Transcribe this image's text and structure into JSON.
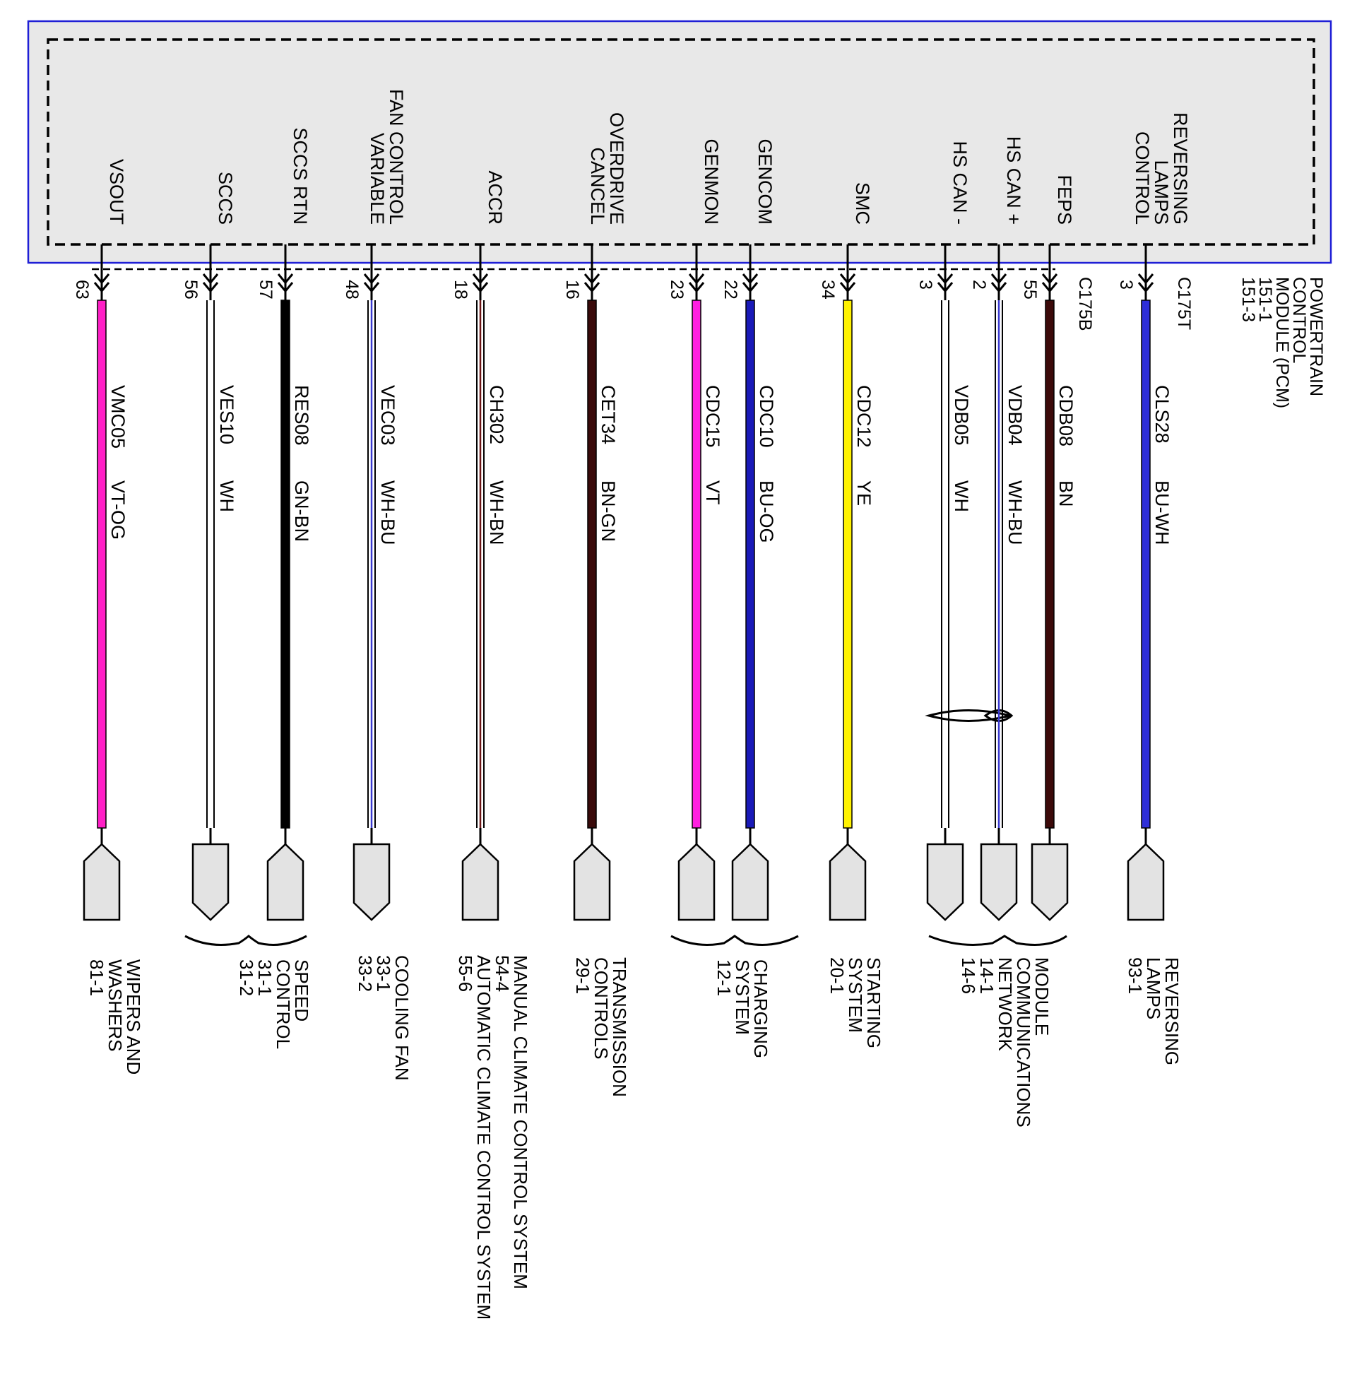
{
  "module": {
    "lines": [
      "POWERTRAIN",
      "CONTROL",
      "MODULE (PCM)",
      "151-1",
      "151-3"
    ]
  },
  "connectors": [
    {
      "id": "C175T",
      "label": "C175T"
    },
    {
      "id": "C175B",
      "label": "C175B"
    }
  ],
  "colors": {
    "VT-OG": "#ff1fc6",
    "WH": "#ffffff",
    "GN-BN": "#000000",
    "WH-BU": "#3a3acf",
    "WH-BN": "#6b1414",
    "BN-GN": "#3a0a0a",
    "VT": "#ff1fe0",
    "BU-OG": "#1a1ab8",
    "YE": "#fff200",
    "BN": "#3c0a0a",
    "BU-WH": "#2f2fd9"
  },
  "wires": [
    {
      "id": "vsout",
      "signal": [
        "VSOUT"
      ],
      "pin": "63",
      "circuit": "VMC05",
      "color": "VT-OG",
      "style": "solid",
      "terminal": "male"
    },
    {
      "id": "sccs",
      "signal": [
        "SCCS"
      ],
      "pin": "56",
      "circuit": "VES10",
      "color": "WH",
      "style": "double",
      "terminal": "female"
    },
    {
      "id": "sccs-rtn",
      "signal": [
        "SCCS RTN"
      ],
      "pin": "57",
      "circuit": "RES08",
      "color": "GN-BN",
      "style": "solid",
      "terminal": "male"
    },
    {
      "id": "fan-control",
      "signal": [
        "FAN CONTROL",
        "VARIABLE"
      ],
      "pin": "48",
      "circuit": "VEC03",
      "color": "WH-BU",
      "style": "double",
      "terminal": "female"
    },
    {
      "id": "accr",
      "signal": [
        "ACCR"
      ],
      "pin": "18",
      "circuit": "CH302",
      "color": "WH-BN",
      "style": "double",
      "terminal": "male"
    },
    {
      "id": "overdrive-cancel",
      "signal": [
        "OVERDRIVE",
        "CANCEL"
      ],
      "pin": "16",
      "circuit": "CET34",
      "color": "BN-GN",
      "style": "solid",
      "terminal": "male"
    },
    {
      "id": "genmon",
      "signal": [
        "GENMON"
      ],
      "pin": "23",
      "circuit": "CDC15",
      "color": "VT",
      "style": "solid",
      "terminal": "male"
    },
    {
      "id": "gencom",
      "signal": [
        "GENCOM"
      ],
      "pin": "22",
      "circuit": "CDC10",
      "color": "BU-OG",
      "style": "solid",
      "terminal": "male"
    },
    {
      "id": "smc",
      "signal": [
        "SMC"
      ],
      "pin": "34",
      "circuit": "CDC12",
      "color": "YE",
      "style": "solid",
      "terminal": "male"
    },
    {
      "id": "hs-can-minus",
      "signal": [
        "HS CAN -"
      ],
      "pin": "3",
      "circuit": "VDB05",
      "color": "WH",
      "style": "double",
      "terminal": "female"
    },
    {
      "id": "hs-can-plus",
      "signal": [
        "HS CAN +"
      ],
      "pin": "2",
      "circuit": "VDB04",
      "color": "WH-BU",
      "style": "double",
      "terminal": "female"
    },
    {
      "id": "feps",
      "signal": [
        "FEPS"
      ],
      "pin": "55",
      "circuit": "CDB08",
      "color": "BN",
      "style": "solid",
      "terminal": "female"
    },
    {
      "id": "reversing-lamps-control",
      "signal": [
        "REVERSING",
        "LAMPS",
        "CONTROL"
      ],
      "pin": "3",
      "circuit": "CLS28",
      "color": "BU-WH",
      "style": "solid",
      "terminal": "male"
    }
  ],
  "destinations": [
    {
      "id": "wipers",
      "lines": [
        "WIPERS AND",
        "WASHERS",
        "81-1"
      ]
    },
    {
      "id": "speed",
      "lines": [
        "SPEED",
        "CONTROL",
        "31-1",
        "31-2"
      ]
    },
    {
      "id": "cooling",
      "lines": [
        "COOLING FAN",
        "33-1",
        "33-2"
      ]
    },
    {
      "id": "climate",
      "lines": [
        "MANUAL CLIMATE CONTROL SYSTEM",
        "54-4",
        "AUTOMATIC CLIMATE CONTROL SYSTEM",
        "55-6"
      ]
    },
    {
      "id": "transmission",
      "lines": [
        "TRANSMISSION",
        "CONTROLS",
        "29-1"
      ]
    },
    {
      "id": "charging",
      "lines": [
        "CHARGING",
        "SYSTEM",
        "12-1"
      ]
    },
    {
      "id": "starting",
      "lines": [
        "STARTING",
        "SYSTEM",
        "20-1"
      ]
    },
    {
      "id": "mcn",
      "lines": [
        "MODULE",
        "COMMUNICATIONS",
        "NETWORK",
        "14-1",
        "14-6"
      ]
    },
    {
      "id": "reversing",
      "lines": [
        "REVERSING",
        "LAMPS",
        "93-1"
      ]
    }
  ]
}
